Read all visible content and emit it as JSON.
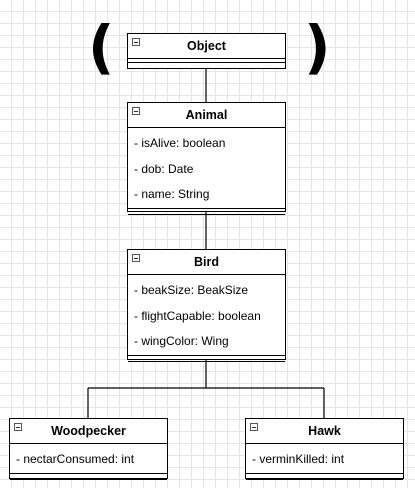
{
  "diagram": {
    "parens": {
      "left": "(",
      "right": ")"
    },
    "classes": {
      "object": {
        "name": "Object",
        "attributes": []
      },
      "animal": {
        "name": "Animal",
        "attributes": [
          "- isAlive: boolean",
          "- dob: Date",
          "- name: String"
        ]
      },
      "bird": {
        "name": "Bird",
        "attributes": [
          "- beakSize: BeakSize",
          "- flightCapable: boolean",
          "- wingColor: Wing"
        ]
      },
      "woodpecker": {
        "name": "Woodpecker",
        "attributes": [
          "- nectarConsumed: int"
        ]
      },
      "hawk": {
        "name": "Hawk",
        "attributes": [
          "- verminKilled: int"
        ]
      }
    },
    "colors": {
      "grid": "#e6e6e6",
      "line": "#000000",
      "background": "#ffffff"
    },
    "icons": {
      "collapse": "collapse-box-icon"
    }
  }
}
